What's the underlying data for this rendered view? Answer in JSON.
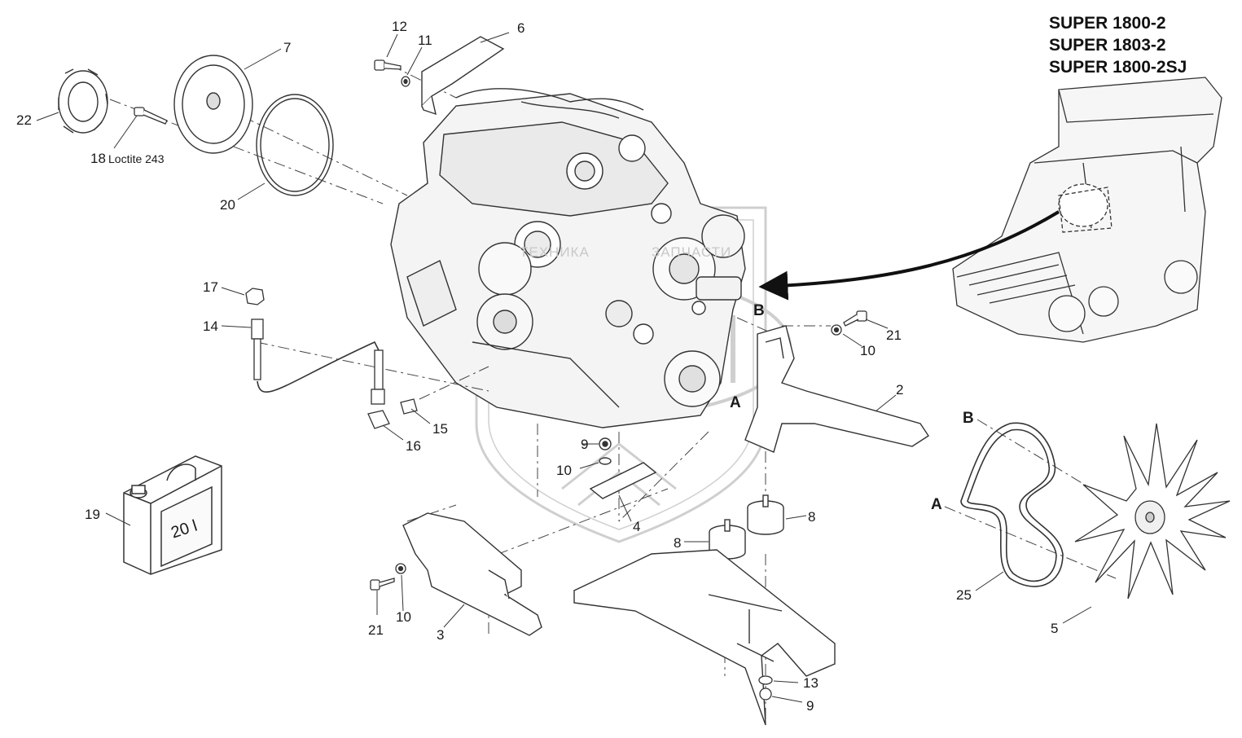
{
  "models": [
    "SUPER 1800-2",
    "SUPER 1803-2",
    "SUPER 1800-2SJ"
  ],
  "callouts": [
    {
      "id": "c12",
      "text": "12"
    },
    {
      "id": "c11",
      "text": "11"
    },
    {
      "id": "c6",
      "text": "6"
    },
    {
      "id": "c7",
      "text": "7"
    },
    {
      "id": "c22",
      "text": "22"
    },
    {
      "id": "c18",
      "text": "18"
    },
    {
      "id": "c20",
      "text": "20"
    },
    {
      "id": "c17",
      "text": "17"
    },
    {
      "id": "c14",
      "text": "14"
    },
    {
      "id": "c15",
      "text": "15"
    },
    {
      "id": "c16",
      "text": "16"
    },
    {
      "id": "c19",
      "text": "19"
    },
    {
      "id": "c9a",
      "text": "9"
    },
    {
      "id": "c10a",
      "text": "10"
    },
    {
      "id": "c4",
      "text": "4"
    },
    {
      "id": "c21a",
      "text": "21"
    },
    {
      "id": "c10b",
      "text": "10"
    },
    {
      "id": "c3",
      "text": "3"
    },
    {
      "id": "c21b",
      "text": "21"
    },
    {
      "id": "c10c",
      "text": "10"
    },
    {
      "id": "c2",
      "text": "2"
    },
    {
      "id": "c8a",
      "text": "8"
    },
    {
      "id": "c8b",
      "text": "8"
    },
    {
      "id": "c13",
      "text": "13"
    },
    {
      "id": "c9b",
      "text": "9"
    },
    {
      "id": "c25",
      "text": "25"
    },
    {
      "id": "c5",
      "text": "5"
    }
  ],
  "note_loctite": "Loctite 243",
  "markers": {
    "a_engine": "A",
    "b_engine": "B",
    "a_belt": "A",
    "b_belt": "B"
  },
  "canister_label": "20 l",
  "watermark_words": [
    "ТЕХНИКА",
    "ЗАПЧАСТИ"
  ]
}
